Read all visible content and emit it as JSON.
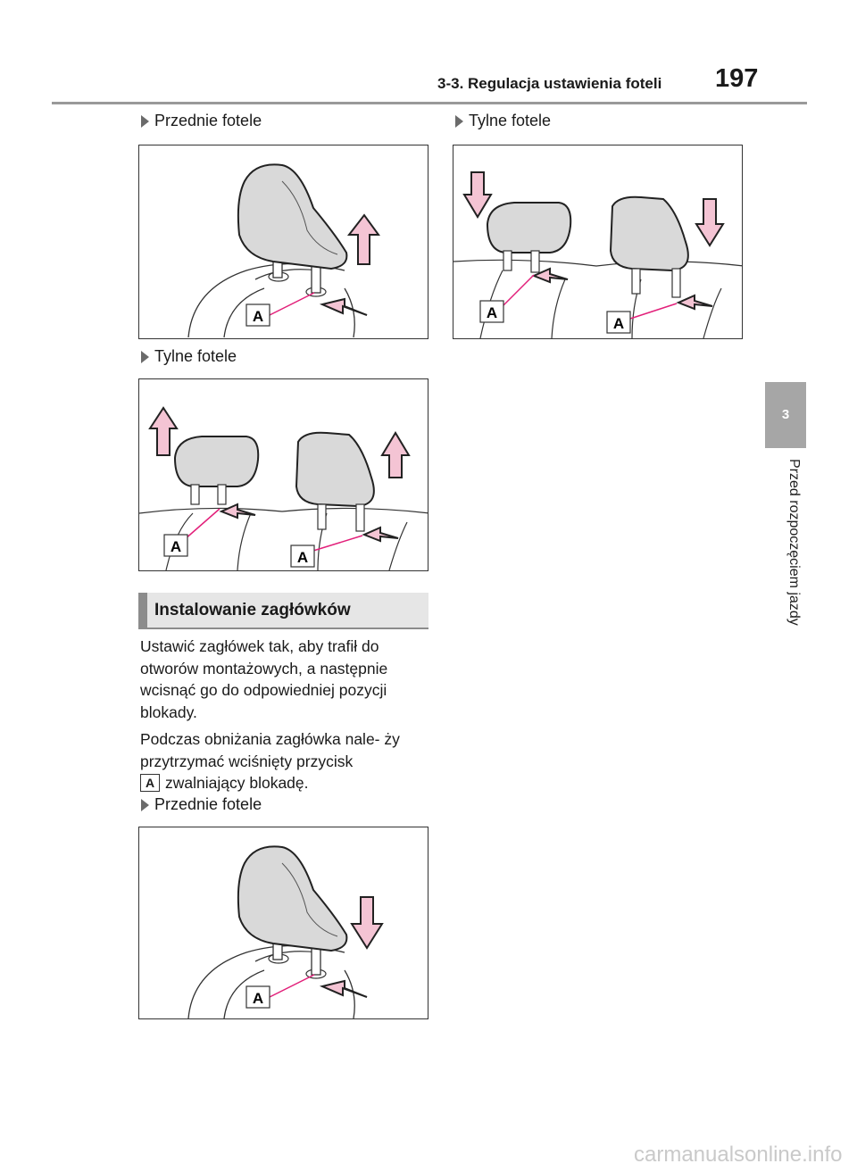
{
  "header": {
    "section_title": "3-3. Regulacja ustawienia foteli",
    "page_number": "197"
  },
  "side_tab": {
    "chapter_number": "3",
    "chapter_title": "Przed rozpoczęciem jazdy"
  },
  "captions": {
    "fig1": "Przednie fotele",
    "fig2": "Tylne fotele",
    "fig3": "Tylne fotele",
    "fig4": "Przednie fotele"
  },
  "callout_label": "A",
  "section": {
    "heading": "Instalowanie zagłówków",
    "paragraph1": "Ustawić zagłówek tak, aby trafił do otworów montażowych, a następnie wcisnąć go do odpowiedniej pozycji blokady.",
    "paragraph2_before": "Podczas obniżania zagłówka nale- ży przytrzymać wciśnięty przycisk",
    "paragraph2_label": "A",
    "paragraph2_after": "zwalniający blokadę."
  },
  "watermark": "carmanualsonline.info",
  "colors": {
    "arrow_fill": "#f4c4d4",
    "arrow_stroke": "#222222",
    "callout_line": "#e2207a",
    "headrest_fill": "#d9d9d9",
    "section_bg": "#e6e6e6",
    "section_bar": "#8c8c8c",
    "side_tab": "#a6a6a6"
  }
}
